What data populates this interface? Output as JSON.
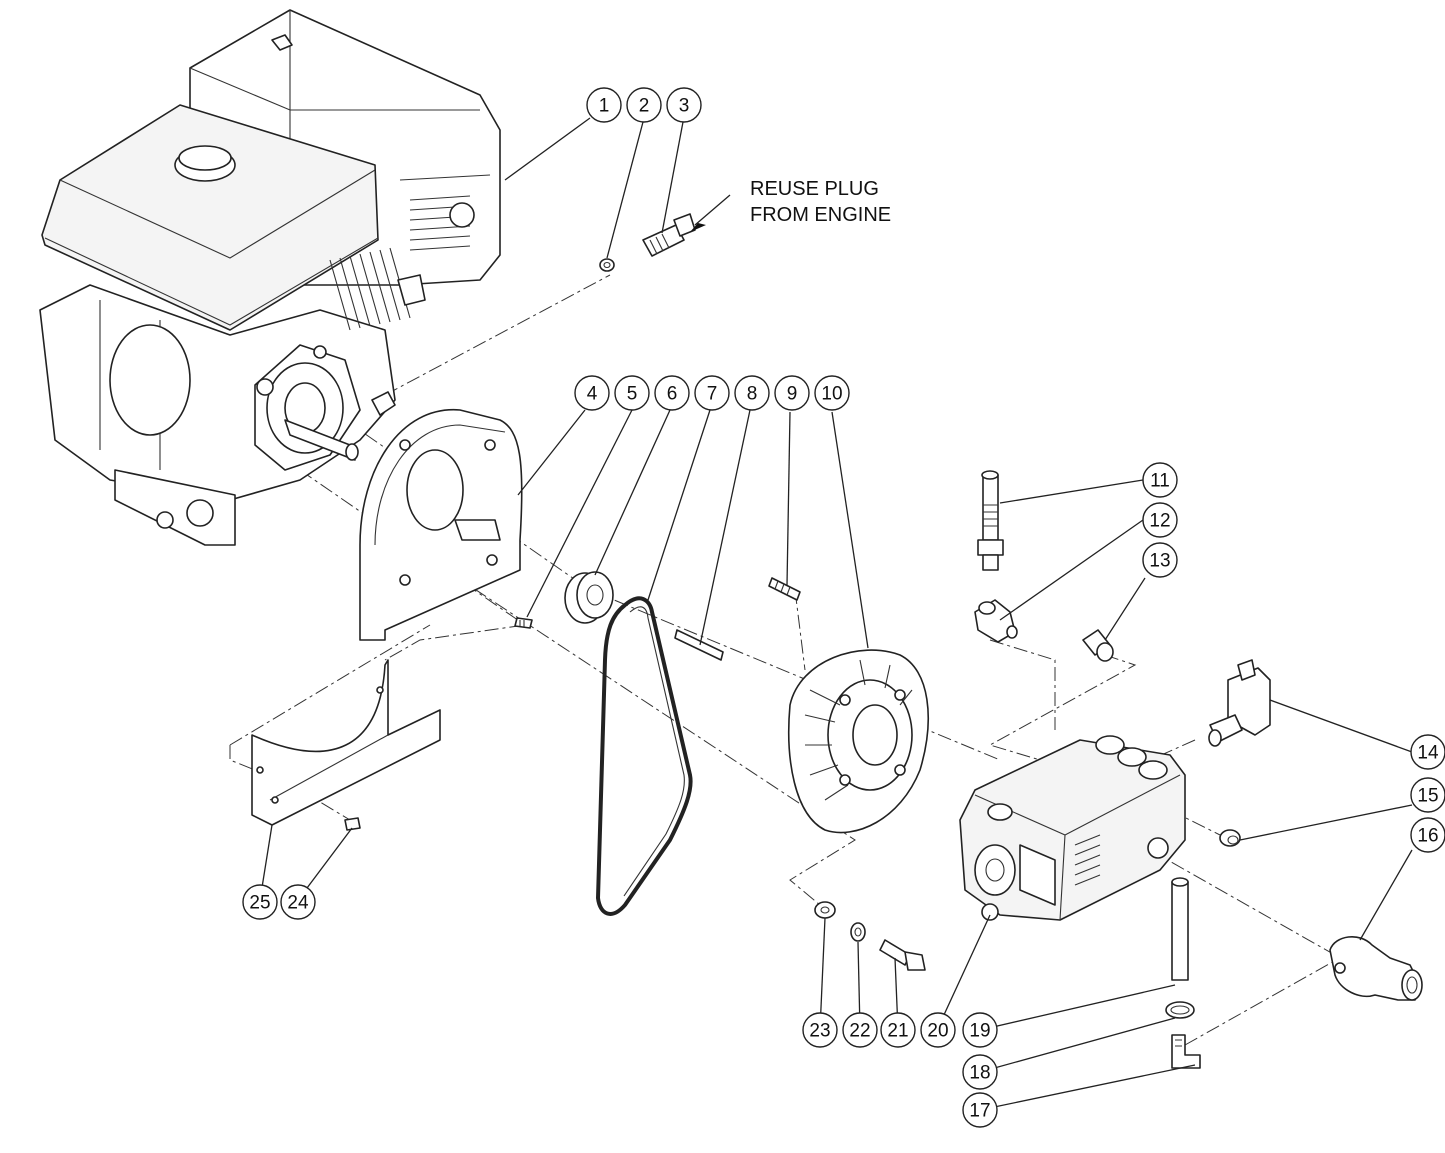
{
  "note": {
    "line1": "REUSE PLUG",
    "line2": "FROM ENGINE"
  },
  "callouts": [
    {
      "label": "1"
    },
    {
      "label": "2"
    },
    {
      "label": "3"
    },
    {
      "label": "4"
    },
    {
      "label": "5"
    },
    {
      "label": "6"
    },
    {
      "label": "7"
    },
    {
      "label": "8"
    },
    {
      "label": "9"
    },
    {
      "label": "10"
    },
    {
      "label": "11"
    },
    {
      "label": "12"
    },
    {
      "label": "13"
    },
    {
      "label": "14"
    },
    {
      "label": "15"
    },
    {
      "label": "16"
    },
    {
      "label": "17"
    },
    {
      "label": "18"
    },
    {
      "label": "19"
    },
    {
      "label": "20"
    },
    {
      "label": "21"
    },
    {
      "label": "22"
    },
    {
      "label": "23"
    },
    {
      "label": "24"
    },
    {
      "label": "25"
    }
  ]
}
